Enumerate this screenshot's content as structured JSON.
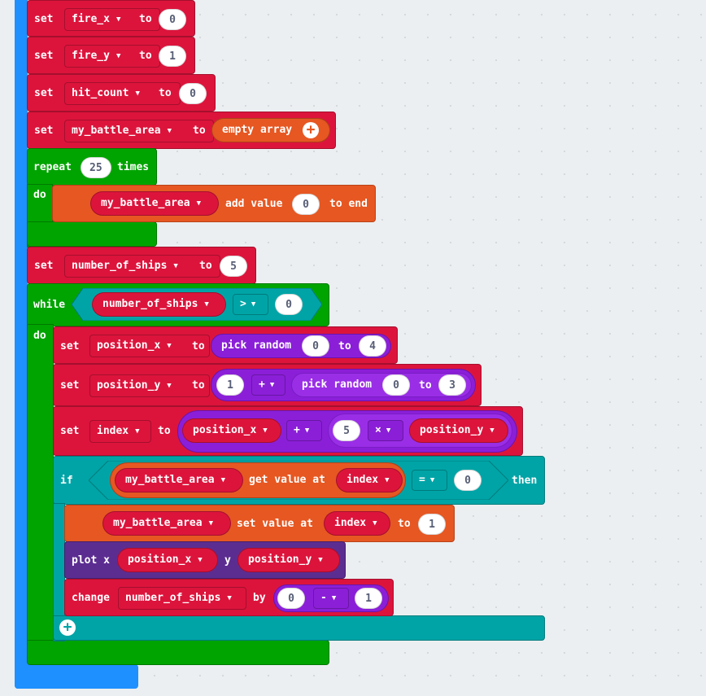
{
  "blocks": {
    "set_fire_x": {
      "kw": "set",
      "var": "fire_x",
      "to": "to",
      "value": "0"
    },
    "set_fire_y": {
      "kw": "set",
      "var": "fire_y",
      "to": "to",
      "value": "1"
    },
    "set_hit_count": {
      "kw": "set",
      "var": "hit_count",
      "to": "to",
      "value": "0"
    },
    "set_battle_area": {
      "kw": "set",
      "var": "my_battle_area",
      "to": "to",
      "value": "empty array"
    },
    "repeat": {
      "kw": "repeat",
      "count": "25",
      "times": "times",
      "do": "do"
    },
    "add_value": {
      "var": "my_battle_area",
      "label": "add value",
      "value": "0",
      "end": "to end"
    },
    "set_ships": {
      "kw": "set",
      "var": "number_of_ships",
      "to": "to",
      "value": "5"
    },
    "while": {
      "kw": "while",
      "var": "number_of_ships",
      "op": ">",
      "value": "0",
      "do": "do"
    },
    "set_pos_x": {
      "kw": "set",
      "var": "position_x",
      "to": "to",
      "fn": "pick random",
      "a": "0",
      "b_to": "to",
      "b": "4"
    },
    "set_pos_y": {
      "kw": "set",
      "var": "position_y",
      "to": "to",
      "a": "1",
      "op": "+",
      "fn": "pick random",
      "r1": "0",
      "r_to": "to",
      "r2": "3"
    },
    "set_index": {
      "kw": "set",
      "var": "index",
      "to": "to",
      "v1": "position_x",
      "op1": "+",
      "n": "5",
      "op2": "×",
      "v2": "position_y"
    },
    "if": {
      "kw": "if",
      "arr": "my_battle_area",
      "get": "get value at",
      "idx": "index",
      "op": "=",
      "value": "0",
      "then": "then"
    },
    "set_value": {
      "arr": "my_battle_area",
      "label": "set value at",
      "idx": "index",
      "to": "to",
      "value": "1"
    },
    "plot": {
      "kw": "plot x",
      "x": "position_x",
      "y_lbl": "y",
      "y": "position_y"
    },
    "change": {
      "kw": "change",
      "var": "number_of_ships",
      "by": "by",
      "a": "0",
      "op": "-",
      "b": "1"
    }
  },
  "icons": {
    "add": "plus-circle-icon",
    "dropdown": "triangle-down-icon"
  },
  "colors": {
    "variables": "#dc143c",
    "loops": "#00a400",
    "arrays": "#e65722",
    "logic": "#00a4a6",
    "math": "#8b1fd8",
    "led": "#5c2d91",
    "event": "#1e90ff"
  }
}
